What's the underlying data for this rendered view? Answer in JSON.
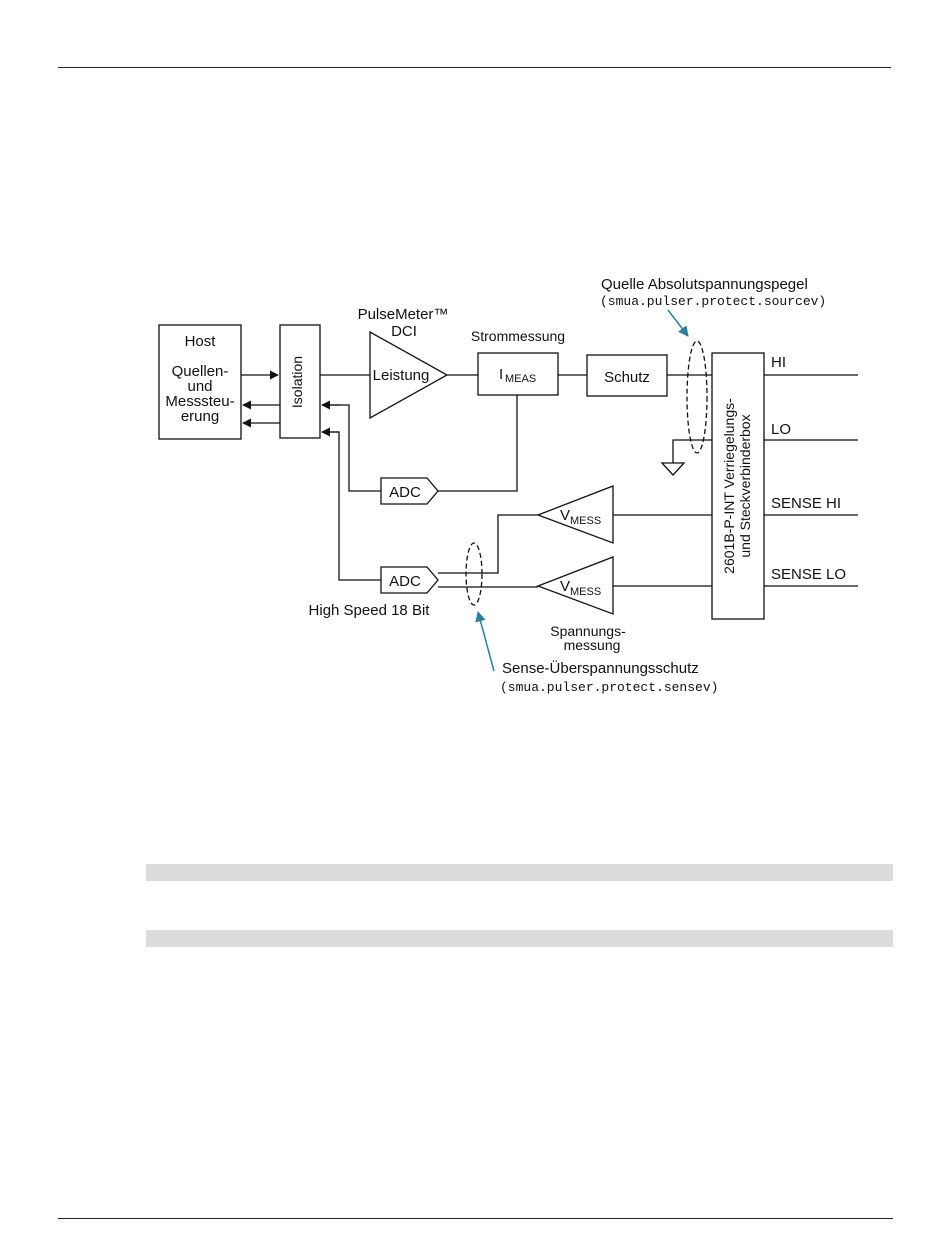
{
  "diagram": {
    "host": {
      "title": "Host",
      "lines": [
        "Quellen-",
        "und",
        "Messsteu-",
        "erung"
      ]
    },
    "isolation_label": "Isolation",
    "pulsemeter": {
      "line1": "PulseMeter™",
      "line2": "DCI",
      "amp_label": "Leistung"
    },
    "current_measure": {
      "title": "Strommessung",
      "imeas_main": "I",
      "imeas_sub": "MEAS"
    },
    "protection_label": "Schutz",
    "adc_top_label": "ADC",
    "adc_bottom_label": "ADC",
    "adc_bottom_caption": "High Speed 18 Bit",
    "vmess_main": "V",
    "vmess_sub": "MESS",
    "voltage_measure": {
      "line1": "Spannungs-",
      "line2": "messung"
    },
    "connector_box": {
      "line1": "2601B-P-INT Verriegelungs-",
      "line2": "und Steckverbinderbox"
    },
    "terminals": [
      "HI",
      "LO",
      "SENSE HI",
      "SENSE LO"
    ],
    "source_protect": {
      "title": "Quelle Absolutspannungspegel",
      "command": "(smua.pulser.protect.sourcev)"
    },
    "sense_protect": {
      "title": "Sense-Überspannungsschutz",
      "command": "(smua.pulser.protect.sensev)"
    },
    "colors": {
      "callout_arrow": "#2a7f9b",
      "line": "#111111",
      "band": "#dcdcdc"
    }
  }
}
